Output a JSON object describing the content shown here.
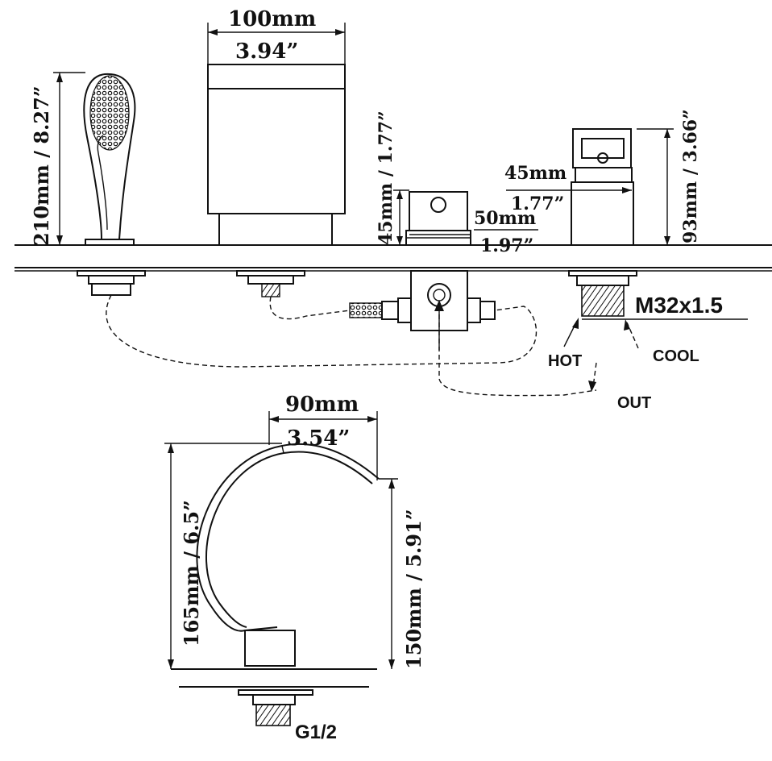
{
  "dims": {
    "handshower_height": "210mm / 8.27”",
    "spout_width_mm": "100mm",
    "spout_width_in": "3.94”",
    "small_handle_height": "45mm / 1.77”",
    "small_handle_width_mm": "50mm",
    "small_handle_width_in": "1.97”",
    "valve_width_mm": "45mm",
    "valve_width_in": "1.77”",
    "valve_height": "93mm / 3.66”",
    "thread_main": "M32x1.5",
    "arc_width_mm": "90mm",
    "arc_width_in": "3.54”",
    "arc_total_height": "165mm / 6.5”",
    "arc_spout_height": "150mm / 5.91”",
    "thread_bottom": "G1/2"
  },
  "labels": {
    "hot": "HOT",
    "cool": "COOL",
    "out": "OUT"
  }
}
